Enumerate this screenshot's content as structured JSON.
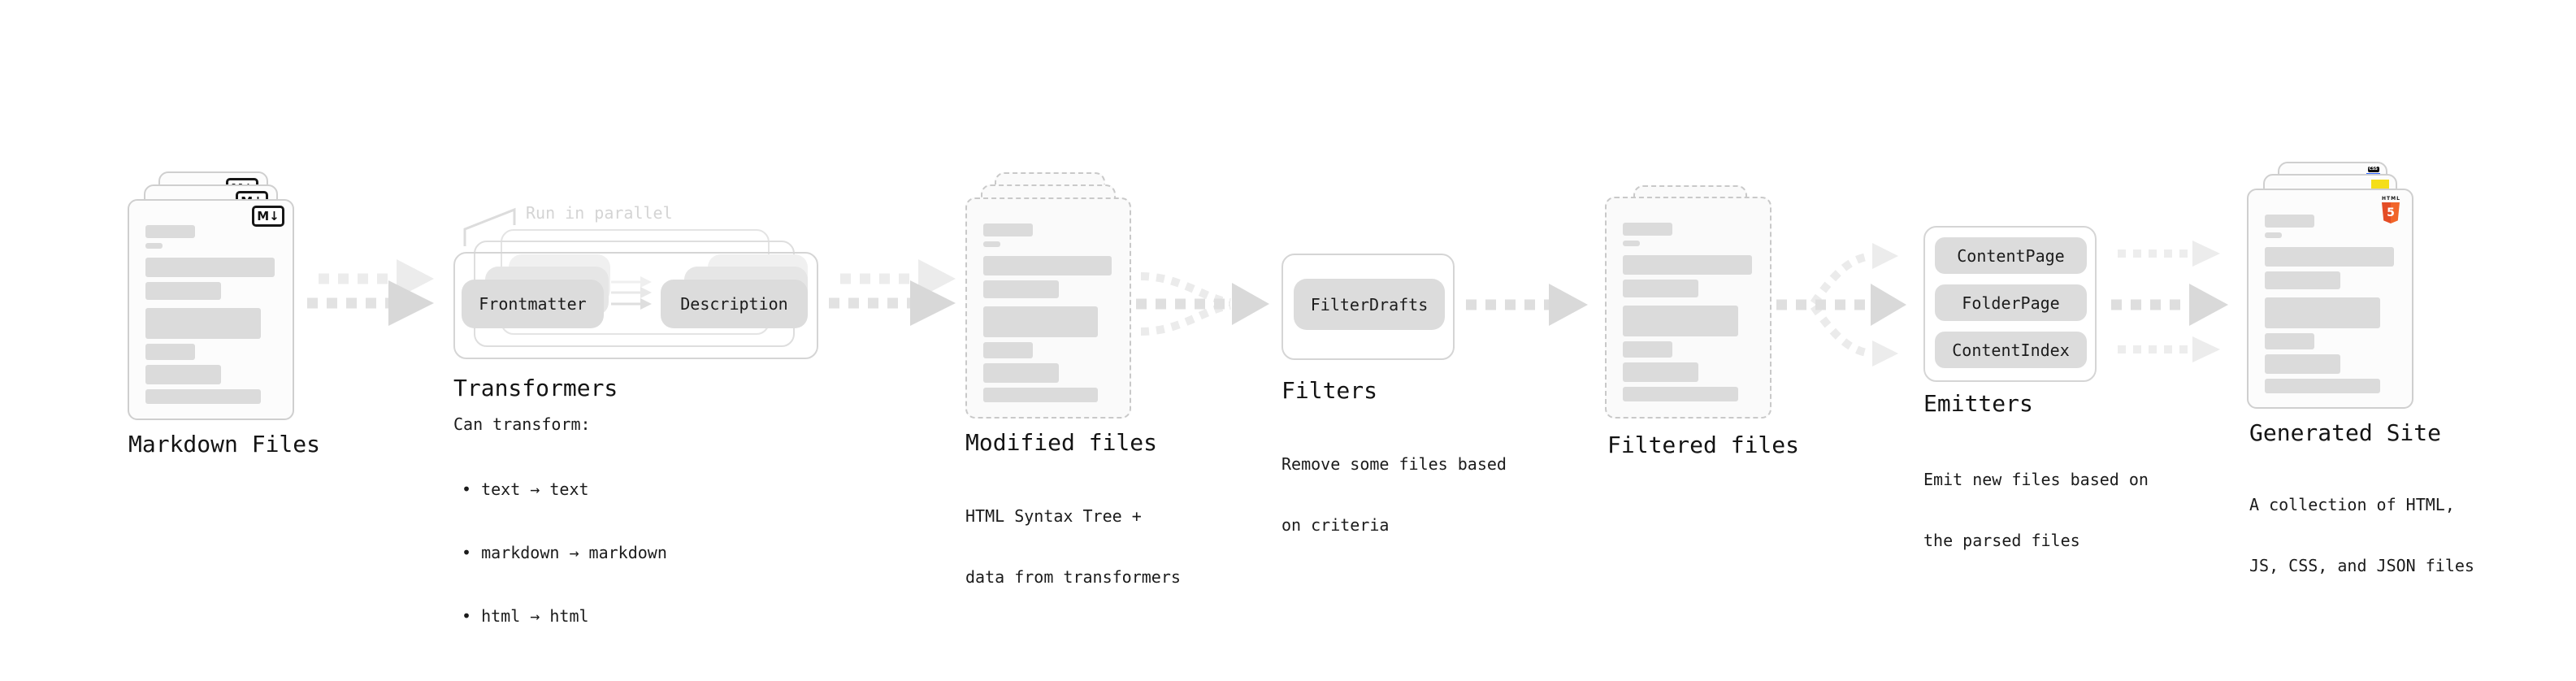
{
  "page": {
    "background": "#ffffff"
  },
  "stages": {
    "markdown": {
      "label": "Markdown Files",
      "badge": "M↓"
    },
    "transformers": {
      "heading": "Transformers",
      "parallel_note": "Run in parallel",
      "nodes": [
        "Frontmatter",
        "Description"
      ],
      "description_title": "Can transform:",
      "bullets": [
        "• text → text",
        "• markdown → markdown",
        "• html → html"
      ]
    },
    "modified": {
      "label": "Modified files",
      "description": [
        "HTML Syntax Tree +",
        "data from transformers"
      ]
    },
    "filters": {
      "heading": "Filters",
      "node": "FilterDrafts",
      "description": [
        "Remove some files based",
        "on criteria"
      ]
    },
    "filtered": {
      "label": "Filtered files"
    },
    "emitters": {
      "heading": "Emitters",
      "nodes": [
        "ContentPage",
        "FolderPage",
        "ContentIndex"
      ],
      "description": [
        "Emit new files based on",
        "the parsed files"
      ]
    },
    "generated": {
      "label": "Generated Site",
      "description": [
        "A collection of HTML,",
        "JS, CSS, and JSON files"
      ],
      "badges": {
        "html_label": "HTML",
        "html_number": "5",
        "css_label": "CSS"
      }
    }
  },
  "colors": {
    "card_border": "#cfcfcf",
    "dashed_border": "#c9c9c9",
    "skeleton_bar": "#dbdbdb",
    "node_fill": "#dcdcdc",
    "arrow_main": "#d9d9d9",
    "arrow_faint": "#ececec",
    "text": "#161616",
    "faded_text": "#d4d4d4",
    "html5_orange": "#e44d26",
    "js_yellow": "#f5de19",
    "css_blue": "#2962ff"
  },
  "skeleton_bars": [
    {
      "w": 38,
      "h": 16,
      "mt": 0
    },
    {
      "w": 13,
      "h": 7,
      "mt": 6
    },
    {
      "w": 99,
      "h": 24,
      "mt": 11
    },
    {
      "w": 58,
      "h": 22,
      "mt": 6
    },
    {
      "w": 88,
      "h": 38,
      "mt": 10
    },
    {
      "w": 38,
      "h": 20,
      "mt": 6
    },
    {
      "w": 58,
      "h": 24,
      "mt": 6
    },
    {
      "w": 88,
      "h": 18,
      "mt": 6
    }
  ]
}
